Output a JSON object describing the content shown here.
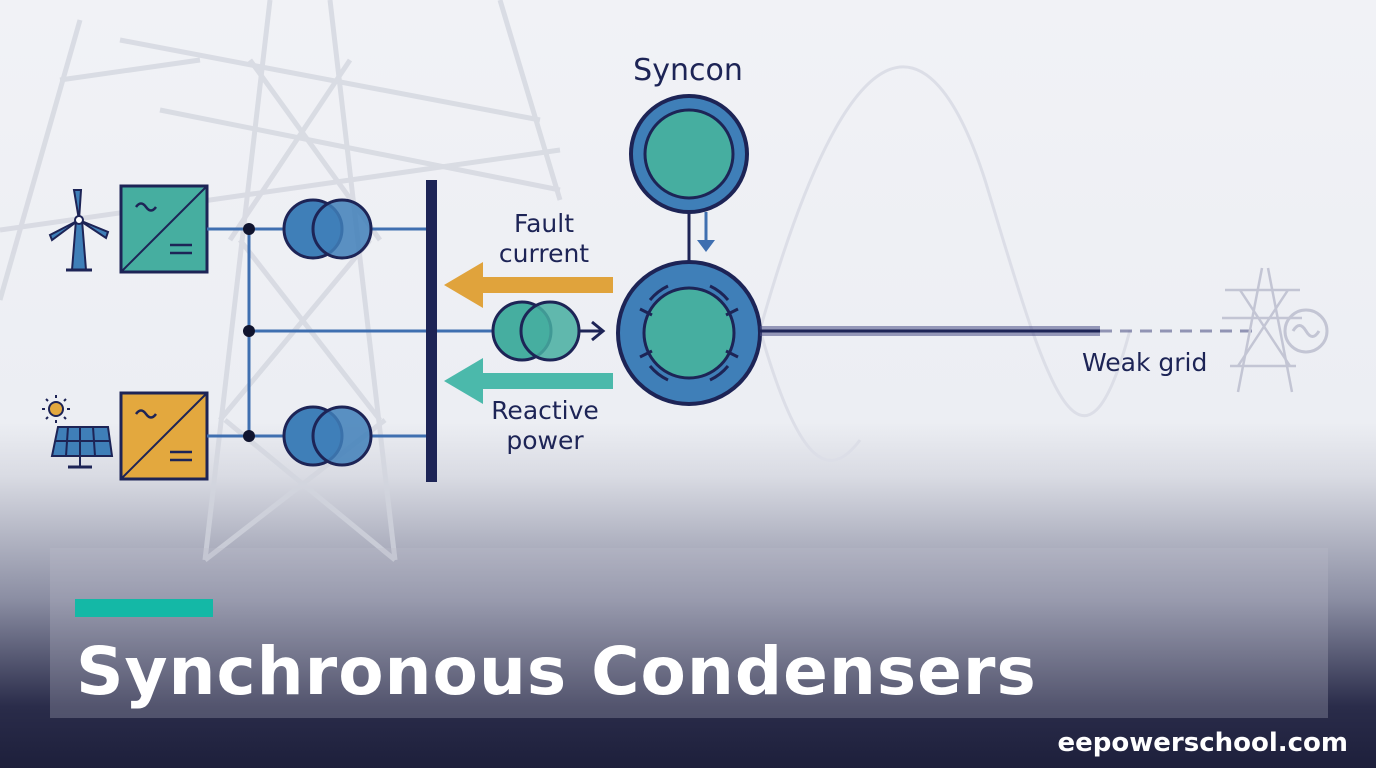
{
  "diagram": {
    "syncon_label": "Syncon",
    "fault_current_label": "Fault\ncurrent",
    "reactive_power_label": "Reactive\npower",
    "weak_grid_label": "Weak grid"
  },
  "title": {
    "heading": "Synchronous Condensers",
    "site": "eepowerschool.com"
  },
  "colors": {
    "navy": "#1d2456",
    "machine_blue": "#3f7fb8",
    "teal": "#3fb4a6",
    "fault_arrow": "#e0a33c",
    "reactive_arrow": "#4bb9ab",
    "solar_converter": "#e3a83e",
    "wind_converter": "#46aea0",
    "accent": "#14b8a6"
  },
  "icons": [
    "wind-turbine-icon",
    "solar-panel-icon",
    "sun-icon",
    "transmission-tower-icon",
    "ac-source-icon"
  ]
}
